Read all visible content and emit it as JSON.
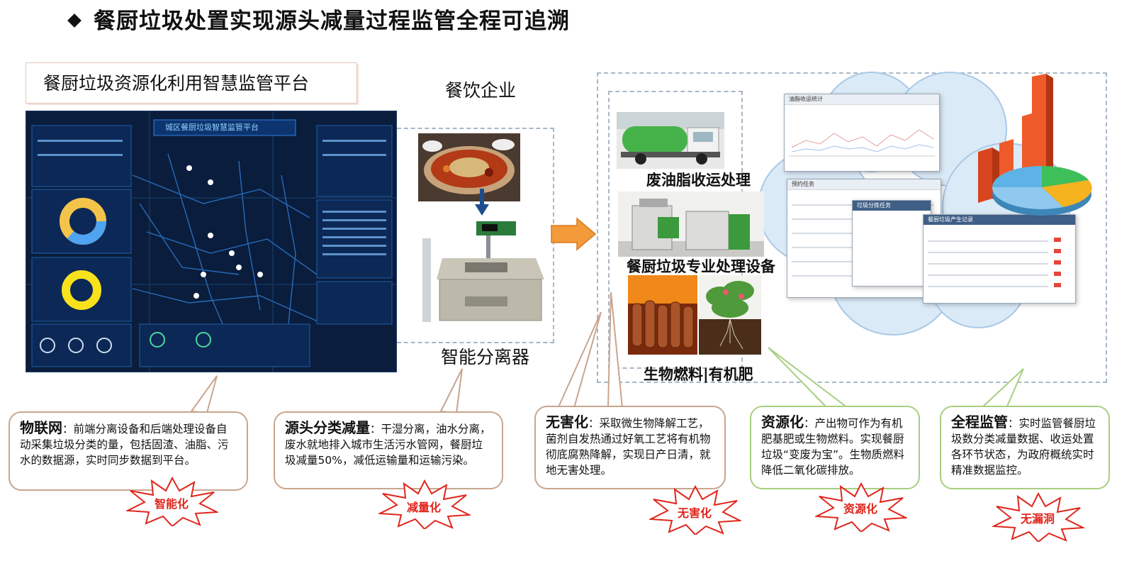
{
  "title": "餐厨垃圾处置实现源头减量过程监管全程可追溯",
  "platform_label": "餐厨垃圾资源化利用智慧监管平台",
  "enterprise_label": "餐饮企业",
  "separator_label": "智能分离器",
  "captions": {
    "waste_oil": "废油脂收运处理",
    "equipment": "餐厨垃圾专业处理设备",
    "products": "生物燃料|有机肥"
  },
  "bubbles": [
    {
      "term": "物联网",
      "text": "：前端分离设备和后端处理设备自动采集垃圾分类的量，包括固渣、油脂、污水的数据源，实时同步数据到平台。",
      "badge": "智能化"
    },
    {
      "term": "源头分类减量",
      "text": "：干湿分离，油水分离，废水就地排入城市生活污水管网，餐厨垃圾减量50%，减低运输量和运输污染。",
      "badge": "减量化"
    },
    {
      "term": "无害化",
      "text": "：采取微生物降解工艺，菌剂自发热通过好氧工艺将有机物彻底腐熟降解，实现日产日清，就地无害处理。",
      "badge": "无害化"
    },
    {
      "term": "资源化",
      "text": "：产出物可作为有机肥基肥或生物燃料。实现餐厨垃圾“变废为宝”。生物质燃料降低二氧化碳排放。",
      "badge": "资源化"
    },
    {
      "term": "全程监管",
      "text": "：实时监管餐厨垃圾数分类减量数据、收运处置各环节状态，为政府概统实时精准数据监控。",
      "badge": "无漏洞"
    }
  ],
  "colors": {
    "burst_red": "#e0261c",
    "bubble_brown": "#c9a58e",
    "bubble_green": "#a7cf80",
    "arrow_orange": "#f39a3a",
    "screen_bg": "#0a1d3c",
    "chart_orange": "#ef5a2a",
    "chart_blue": "#5db3e6",
    "chart_green": "#3fbf5a",
    "chart_yellow": "#f5b320"
  },
  "screen": {
    "title": "城区餐厨垃圾智慧监管平台"
  },
  "software_windows": {
    "window1_title": "油脂收运统计",
    "window2_title": "预约任务",
    "window3_title": "垃圾分拣任务",
    "window4_title": "餐厨垃圾产生记录"
  }
}
